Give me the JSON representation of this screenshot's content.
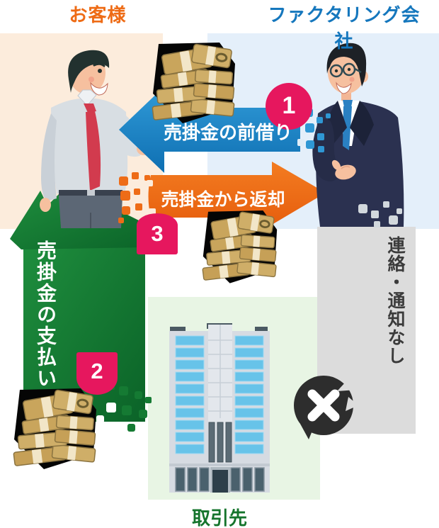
{
  "header": {
    "customer": "お客様",
    "factoring_company": "ファクタリング会社"
  },
  "steps": [
    {
      "number": "1",
      "label": "売掛金の前借り",
      "color": "#1b86c9"
    },
    {
      "number": "2",
      "label": "売掛金の支払い",
      "color": "#15803a"
    },
    {
      "number": "3",
      "label": "売掛金から返却",
      "color": "#ee6c17"
    }
  ],
  "notice": {
    "label": "連絡・通知なし"
  },
  "footer": {
    "client": "取引先"
  },
  "icons": {
    "no_contact_x": "✕"
  },
  "colors": {
    "accent_orange": "#ee6c17",
    "accent_blue": "#1b86c9",
    "accent_green": "#15803a",
    "accent_pink": "#e6175e",
    "panel_peach": "#fcecdc",
    "panel_blue": "#e4effa",
    "panel_green": "#e8f5e4",
    "panel_gray": "#dcdcdc",
    "badge_text": "#ffffff",
    "client_label_green": "#15742c",
    "notice_text": "#3b3b3b"
  }
}
